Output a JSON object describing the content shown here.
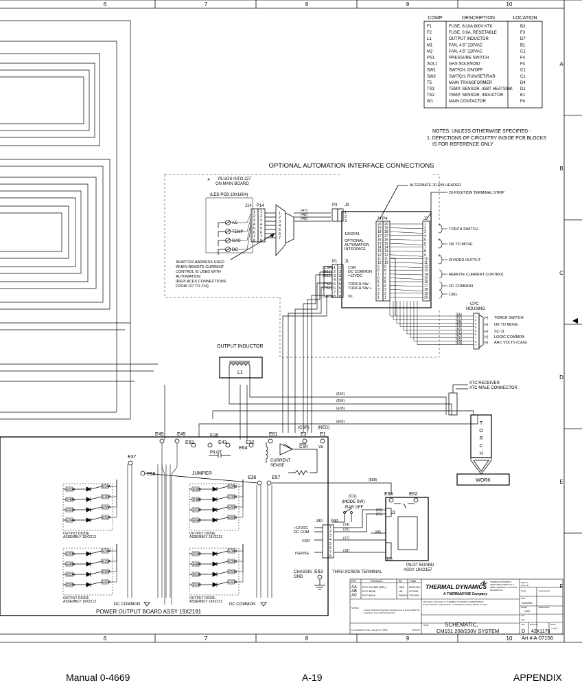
{
  "frame": {
    "columns": [
      "6",
      "7",
      "8",
      "9",
      "10"
    ],
    "rows": [
      "A",
      "B",
      "C",
      "D",
      "E",
      "F"
    ]
  },
  "component_table": {
    "headers": [
      "COMP",
      "DESCRIPTION",
      "LOCATION"
    ],
    "rows": [
      [
        "F1",
        "FUSE, 6/10A 600V KTK",
        "B2"
      ],
      [
        "F2",
        "FUSE, 0.9A, RESETABLE",
        "F3"
      ],
      [
        "L1",
        "OUTPUT INDUCTOR",
        "D7"
      ],
      [
        "M1",
        "FAN, 4.5\" 220VAC",
        "B1"
      ],
      [
        "M2",
        "FAN, 4.5\" 220VAC",
        "C1"
      ],
      [
        "PS1",
        "PRESSURE SWITCH",
        "F4"
      ],
      [
        "SOL1",
        "GAS SOLENOID",
        "F4"
      ],
      [
        "SW1",
        "SWITCH, ON/OFF",
        "C1"
      ],
      [
        "SW2",
        "SWITCH, RUN/SET/RAR",
        "C1"
      ],
      [
        "T5",
        "MAIN TRANSFORMER",
        "D4"
      ],
      [
        "TS1",
        "TEMP. SENSOR, IGBT HEATSINK",
        "D1"
      ],
      [
        "TS2",
        "TEMP. SENSOR, INDUCTOR",
        "E1"
      ],
      [
        "W1",
        "MAIN CONTACTOR",
        "F4"
      ]
    ]
  },
  "notes": {
    "title": "NOTES: UNLESS OTHERWISE SPECIFIED -",
    "line1": "1. DEPICTIONS OF CIRCUITRY INSIDE PCB BLOCKS",
    "line2": "IS FOR REFERENCE ONLY"
  },
  "automation": {
    "title": "OPTIONAL AUTOMATION INTERFACE CONNECTIONS",
    "plugs_line1": "PLUGS INTO J27",
    "plugs_line2": "ON MAIN BOARD",
    "led_pcb": "(LED PCB 19X1604)",
    "j14": "J14",
    "p14": "P14",
    "pins8": [
      "1",
      "2",
      "3",
      "4",
      "5",
      "6",
      "7",
      "8"
    ],
    "leds": [
      "AC",
      "TEMP",
      "GAS",
      "DC"
    ],
    "adapter": [
      "ADAPTER HARNESS USED",
      "WHEN REMOTE CURRENT",
      "CONTROL IS USED WITH",
      "AUTOMATION",
      "(REPLACES CONNECTIONS",
      "FROM J27 TO J14)"
    ],
    "wires_47_49": [
      "(47)",
      "(48)",
      "(49)"
    ],
    "p3": "P3",
    "j3": "J3",
    "pins3": [
      "1",
      "2",
      "3"
    ],
    "board_name": [
      "19X2041",
      "OPTIONAL",
      "AUTOMATION",
      "INTERFACE"
    ],
    "p1": "P1",
    "j1": "J1",
    "j1_signals": [
      "(CSR)",
      "(E61)",
      "(E62)",
      "",
      "(TS2)",
      "(TS1)",
      "",
      "(NEG)"
    ],
    "j1_labels": [
      "CSR",
      "DC COMMON",
      "+12VDC",
      "",
      "TORCH SW -",
      "TORCH SW +",
      "",
      "Vo"
    ],
    "j4": "J4",
    "p4": "P4",
    "j2": "J2",
    "pins20_desc": [
      "20",
      "19",
      "18",
      "17",
      "16",
      "15",
      "14",
      "13",
      "12",
      "11",
      "10",
      "9",
      "8",
      "7",
      "6",
      "5",
      "4",
      "3",
      "2",
      "1"
    ],
    "pins20": [
      "1",
      "2",
      "3",
      "4",
      "5",
      "6",
      "7",
      "8",
      "9",
      "10",
      "11",
      "12",
      "13",
      "14",
      "15",
      "16",
      "17",
      "18",
      "19",
      "20"
    ],
    "alt_header": "ALTERNATE 20-PIN HEADER",
    "term_strip": "20-POSITION TERMINAL STRIP",
    "outputs": [
      "TORCH SWITCH",
      "OK TO MOVE",
      "DIVIDED OUTPUT",
      "REMOTE CURRENT CONTROL",
      "DC COMMON",
      "C&G"
    ],
    "cpc": [
      "CPC",
      "HOUSING"
    ],
    "cpc_wires": [
      "(56)",
      "(57)",
      "(58)",
      "(59)",
      "(60)",
      "(61)",
      "(62)",
      "(63)",
      "(64)"
    ],
    "cpc_labels": [
      "TORCH SWITCH",
      "OK TO MOVE",
      "SC-11",
      "LOGIC COMMON",
      "ARC VOLTS (C&G)"
    ]
  },
  "power": {
    "output_inductor": "OUTPUT INDUCTOR",
    "l1": "L1",
    "atc_receiver": "ATC RECEIVER",
    "atc_male": "ATC MALE CONNECTOR",
    "torch_letters": [
      "T",
      "O",
      "R",
      "C",
      "H"
    ],
    "work": "WORK",
    "wires_top": [
      "(E64)",
      "(E64)",
      "(E35)",
      "(E62)"
    ],
    "terminals": [
      "E49",
      "E45",
      "E62",
      "E35",
      "E43",
      "E32",
      "E61",
      "E3",
      "E1",
      "E64"
    ],
    "csr": "(CSR)",
    "neg": "(NEG)",
    "pilot": "PILOT",
    "csr_bar": "CSR",
    "vo": "Vo",
    "current_sense": [
      "CURRENT",
      "SENSE"
    ],
    "e37": "E37",
    "e58": "E58",
    "jumper": "JUMPER",
    "e36": "E36",
    "e57": "E57",
    "e58_wire": "(E58)",
    "diode_left_top": [
      "E50A",
      "E48A",
      "E53A",
      "E54A"
    ],
    "diode_left_top_r": [
      "E34A",
      "E39A",
      "E56A",
      "E60A"
    ],
    "diode_left_bot": [
      "E50A",
      "E48A",
      "E53A",
      "E54A"
    ],
    "diode_left_bot_r": [
      "E34A",
      "E39A",
      "E56A",
      "E60A"
    ],
    "diode_mid_top": [
      "E50B",
      "E48B",
      "E53B",
      "E54B"
    ],
    "diode_mid_top_r": [
      "E34B",
      "E39B",
      "E56B",
      "E60B"
    ],
    "diode_mid_bot": [
      "E50B",
      "E48B",
      "E53B",
      "E54B"
    ],
    "diode_mid_bot_r": [
      "E34B",
      "E39B",
      "E56B",
      "E60B"
    ],
    "diode_asm": [
      "OUTPUT DIODE",
      "ASSEMBLY 19X2213"
    ],
    "dc_common": "DC COMMON",
    "board_title": "POWER OUTPUT BOARD ASSY 19X2191"
  },
  "pilot_board": {
    "c1": "(C1)",
    "mode_sw": "(MODE SW)",
    "rar_off": "RAR OFF",
    "j40": "J40",
    "p40": "P40",
    "left_labels": [
      "+12VDC",
      "DC COM",
      "CSR",
      "ISENSE"
    ],
    "wires": [
      "(14)",
      "(15)",
      "(17)",
      "(18)",
      "(46)",
      "(52)",
      "(51)"
    ],
    "e58": "E58",
    "e62": "E62",
    "j1": "J1",
    "j28": "J28",
    "name": [
      "PILOT BOARD",
      "ASSY 19X2157"
    ],
    "chassis": [
      "CHASSIS",
      "GND"
    ],
    "e63": "E63",
    "thru": "THRU SCREW TERMINAL"
  },
  "title_block": {
    "rev_headers": [
      "Rev",
      "Revisions",
      "By",
      "Date"
    ],
    "revs": [
      [
        "AA",
        "ECO 101883 (REL)",
        "HAS",
        "02/21/05"
      ],
      [
        "AB",
        "ECO B026",
        "HS",
        "2/27/05"
      ],
      [
        "AC",
        "ECO B016",
        "RSRM",
        "7/5/2/05"
      ]
    ],
    "brand": "THERMAL DYNAMICS",
    "brand_sub": "A THERMADYNE Company",
    "address": [
      "THERMAL DYNAMICS",
      "INDUSTRIAL PARK NO. 2",
      "WEST LEBANON, NH 03784",
      "603-298-5711"
    ],
    "proprietary": [
      "Information Proprietary to THERMAL DYNAMICS CORPORATION.",
      "Not For Release, Reproduction, or Distribution without Written Consent."
    ],
    "notes_label": "NOTES:",
    "notes_text": [
      "Unless Otherwise Specified, Resistors are in Ohms 1/4W 5%,",
      "Capacitors are in Microfarads (uF)"
    ],
    "pcb_no": "PCB No.",
    "assy_no": "Assy No.",
    "scale": "Scale",
    "supersedes": "Supersedes",
    "date_label": "Date",
    "date": "03/03/05",
    "drawn_label": "Drawn",
    "drawn": "HAS",
    "references": "References",
    "chk": "Chk",
    "app": "App",
    "size_label": "Size",
    "size": "D",
    "dwg_label": "DWG No.",
    "dwg": "42X1176",
    "sheet_label": "Sheet",
    "sheet": "1 of 1",
    "title_label": "TITLE:",
    "title1": "SCHEMATIC,",
    "title2": "CM151 208/230V SYSTEM",
    "last_modified": "Last Modified: Friday, January 27, 2006",
    "time": "11:55:23",
    "art": "Art # A-07156"
  },
  "footer": {
    "left": "Manual 0-4669",
    "center": "A-19",
    "right": "APPENDIX"
  }
}
